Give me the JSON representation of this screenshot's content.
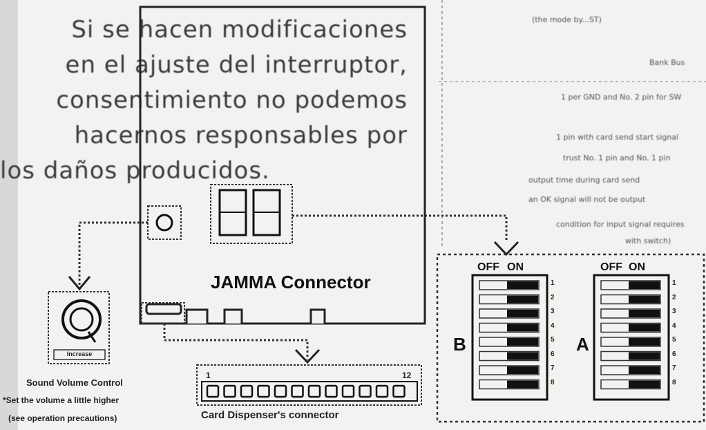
{
  "left_text": {
    "lines": [
      "Si se hacen modificaciones",
      "en el ajuste del interruptor,",
      "consentimiento no podemos",
      "hacernos responsables por",
      "los daños producidos."
    ]
  },
  "right_notes": [
    "(the mode by...ST)",
    "Bank Bus",
    "1 per GND and No. 2 pin for SW",
    "1 pin with card send start signal",
    "trust No. 1 pin and No. 1 pin",
    "output time during card send",
    "an OK signal will not be output",
    "condition for input signal requires",
    "with switch)"
  ],
  "jamma": {
    "label": "JAMMA Connector"
  },
  "sound": {
    "knob_label": "Increase",
    "caption_title": "Sound Volume Control",
    "caption_note1": "*Set the volume a little higher",
    "caption_note2": "(see operation precautions)"
  },
  "card": {
    "pin_first": "1",
    "pin_last": "12",
    "caption": "Card Dispenser's connector",
    "pin_count": 12
  },
  "dip": {
    "off_label": "OFF",
    "on_label": "ON",
    "banks": [
      {
        "letter": "B",
        "numbers": [
          "1",
          "2",
          "3",
          "4",
          "5",
          "6",
          "7",
          "8"
        ]
      },
      {
        "letter": "A",
        "numbers": [
          "1",
          "2",
          "3",
          "4",
          "5",
          "6",
          "7",
          "8"
        ]
      }
    ]
  },
  "colors": {
    "ink": "#1a1a1a",
    "paper": "#f2f2f0"
  }
}
